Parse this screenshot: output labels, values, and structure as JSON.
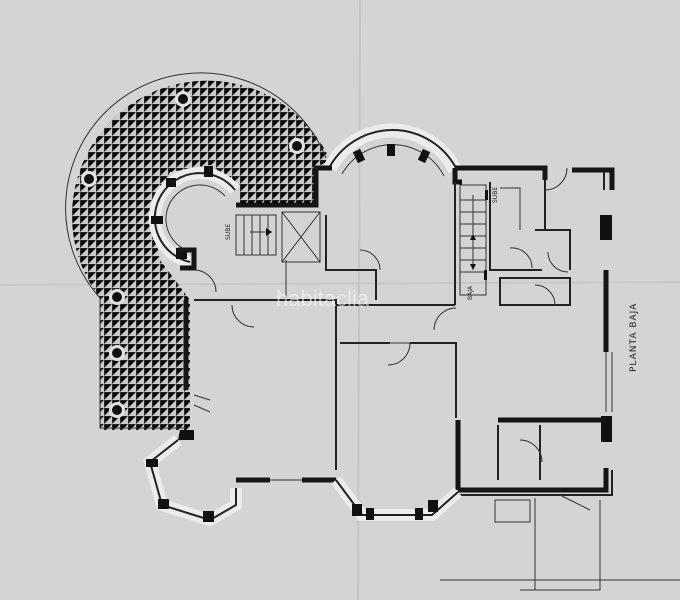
{
  "labels": {
    "floor_name": "PLANTA BAJA",
    "stairs_up_left": "SUBE",
    "stairs_up_right": "SUBE",
    "stairs_down": "BAJA",
    "watermark": "habitaclia"
  },
  "colors": {
    "paper": "#d4d4d6",
    "ink": "#151515",
    "grid": "#8e8e92"
  }
}
